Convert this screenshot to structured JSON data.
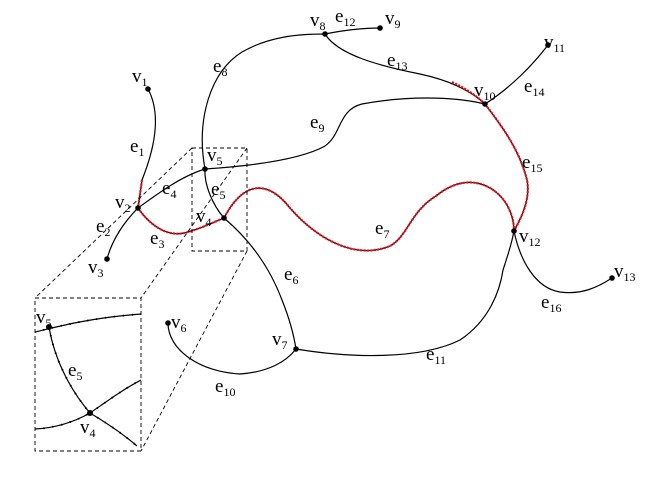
{
  "colors": {
    "edge": "#000000",
    "highlight": "#e0141e",
    "background": "#ffffff"
  },
  "vertices": [
    {
      "id": "v1",
      "base": "v",
      "sub": "1"
    },
    {
      "id": "v2",
      "base": "v",
      "sub": "2"
    },
    {
      "id": "v3",
      "base": "v",
      "sub": "3"
    },
    {
      "id": "v4",
      "base": "v",
      "sub": "4"
    },
    {
      "id": "v5",
      "base": "v",
      "sub": "5"
    },
    {
      "id": "v6",
      "base": "v",
      "sub": "6"
    },
    {
      "id": "v7",
      "base": "v",
      "sub": "7"
    },
    {
      "id": "v8",
      "base": "v",
      "sub": "8"
    },
    {
      "id": "v9",
      "base": "v",
      "sub": "9"
    },
    {
      "id": "v10",
      "base": "v",
      "sub": "10"
    },
    {
      "id": "v11",
      "base": "v",
      "sub": "11"
    },
    {
      "id": "v12",
      "base": "v",
      "sub": "12"
    },
    {
      "id": "v13",
      "base": "v",
      "sub": "13"
    }
  ],
  "edges": [
    {
      "id": "e1",
      "base": "e",
      "sub": "1",
      "from": "v1",
      "to": "v2"
    },
    {
      "id": "e2",
      "base": "e",
      "sub": "2",
      "from": "v3",
      "to": "v2"
    },
    {
      "id": "e3",
      "base": "e",
      "sub": "3",
      "from": "v2",
      "to": "v4",
      "highlighted": true
    },
    {
      "id": "e4",
      "base": "e",
      "sub": "4",
      "from": "v2",
      "to": "v5"
    },
    {
      "id": "e5",
      "base": "e",
      "sub": "5",
      "from": "v5",
      "to": "v4"
    },
    {
      "id": "e6",
      "base": "e",
      "sub": "6",
      "from": "v4",
      "to": "v7"
    },
    {
      "id": "e7",
      "base": "e",
      "sub": "7",
      "from": "v4",
      "to": "v12",
      "highlighted": true
    },
    {
      "id": "e8",
      "base": "e",
      "sub": "8",
      "from": "v5",
      "to": "v8"
    },
    {
      "id": "e9",
      "base": "e",
      "sub": "9",
      "from": "v5",
      "to": "v10"
    },
    {
      "id": "e10",
      "base": "e",
      "sub": "10",
      "from": "v6",
      "to": "v7"
    },
    {
      "id": "e11",
      "base": "e",
      "sub": "11",
      "from": "v7",
      "to": "v12"
    },
    {
      "id": "e12",
      "base": "e",
      "sub": "12",
      "from": "v8",
      "to": "v9"
    },
    {
      "id": "e13",
      "base": "e",
      "sub": "13",
      "from": "v8",
      "to": "v10",
      "highlighted": true
    },
    {
      "id": "e14",
      "base": "e",
      "sub": "14",
      "from": "v10",
      "to": "v11"
    },
    {
      "id": "e15",
      "base": "e",
      "sub": "15",
      "from": "v10",
      "to": "v12",
      "highlighted": true
    },
    {
      "id": "e16",
      "base": "e",
      "sub": "16",
      "from": "v12",
      "to": "v13"
    }
  ],
  "inset": {
    "vertices": [
      {
        "base": "v",
        "sub": "5"
      },
      {
        "base": "v",
        "sub": "4"
      }
    ],
    "edges": [
      {
        "base": "e",
        "sub": "5"
      }
    ]
  }
}
